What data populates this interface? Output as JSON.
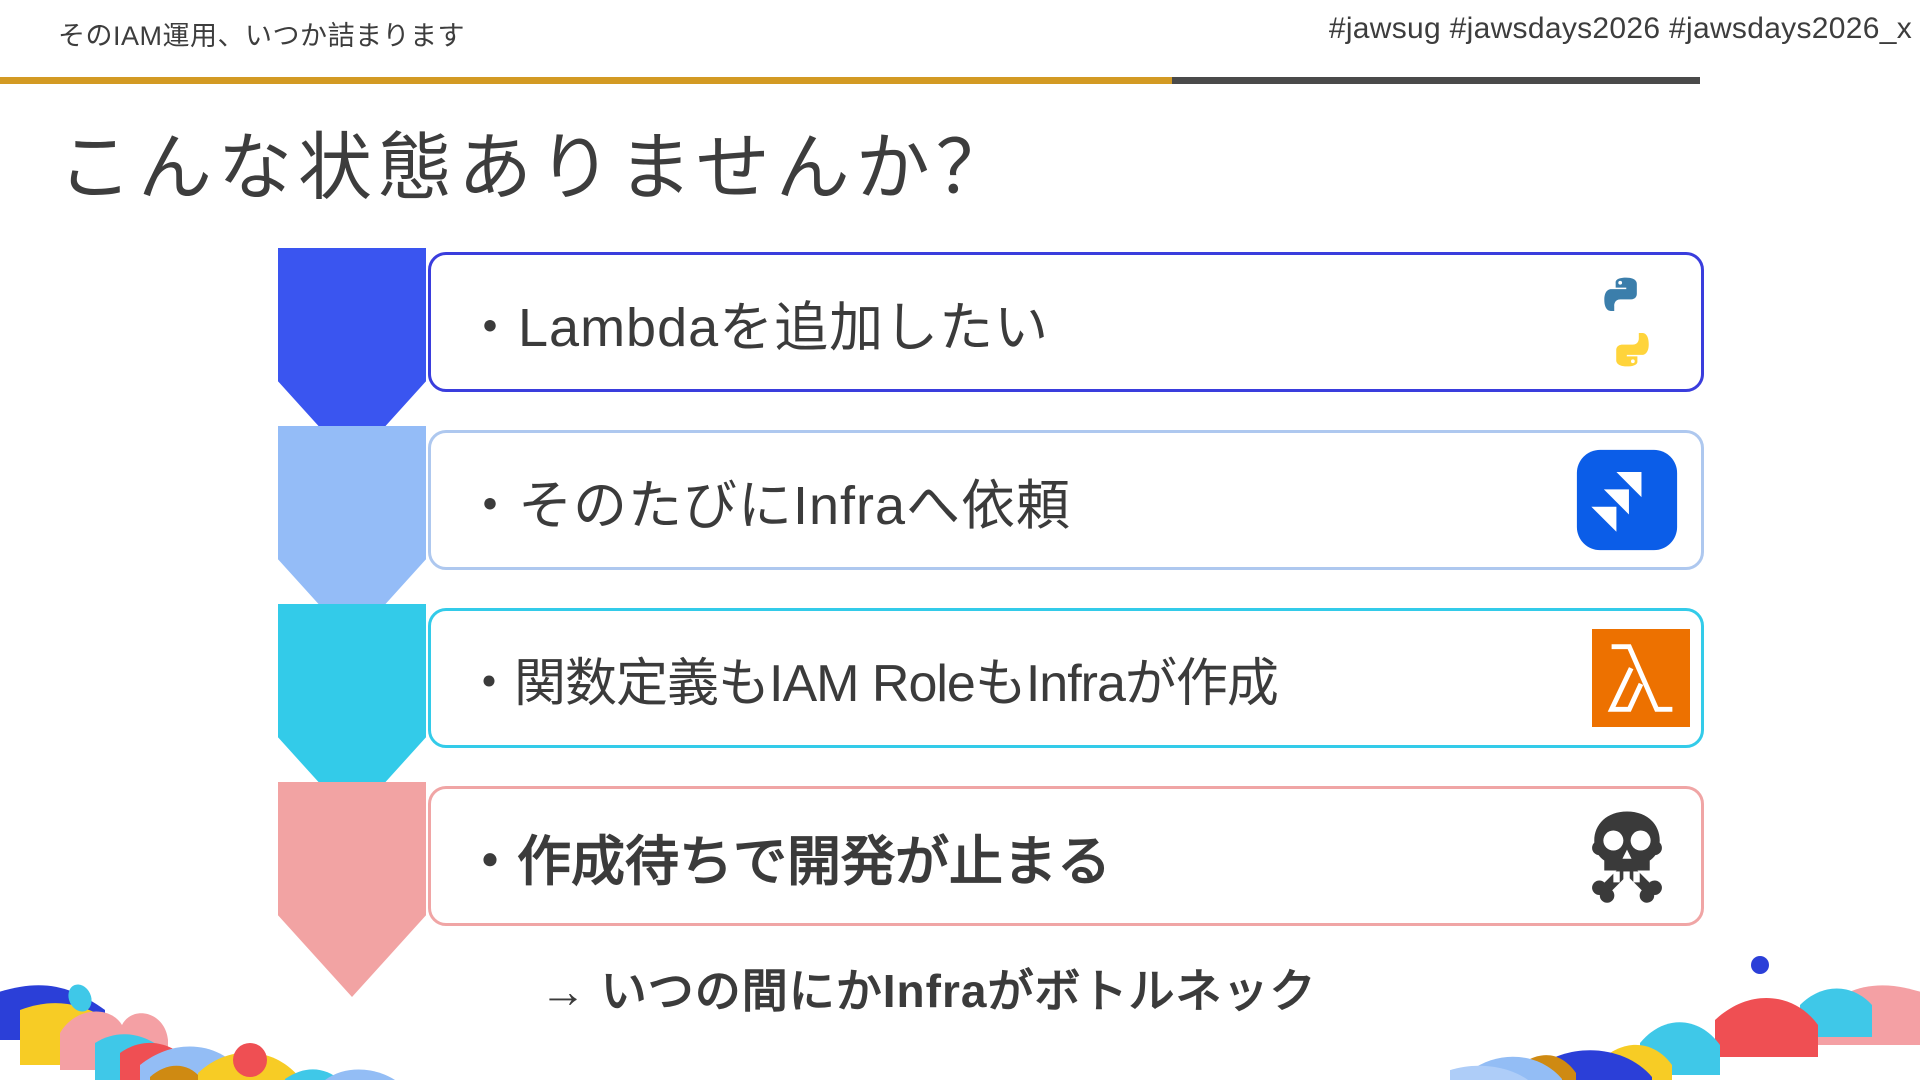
{
  "header": {
    "left_title": "そのIAM運用、いつか詰まります",
    "hashtags": "#jawsug #jawsdays2026 #jawsdays2026_x",
    "rule_gold_color": "#d39a23",
    "rule_dark_color": "#4a4a4a"
  },
  "title": "こんな状態ありませんか？",
  "steps": [
    {
      "bullet_text": "・Lambdaを追加したい",
      "icon_name": "python-logo-icon",
      "chevron_color": "#3a55f0",
      "border_color": "#3a3ddd",
      "bold": false
    },
    {
      "bullet_text": "・そのたびにInfraへ依頼",
      "icon_name": "jira-logo-icon",
      "chevron_color": "#94bcf7",
      "border_color": "#aec8ef",
      "bold": false
    },
    {
      "bullet_text": "・関数定義もIAM RoleもInfraが作成",
      "icon_name": "aws-lambda-logo-icon",
      "chevron_color": "#33cbe9",
      "border_color": "#33cbe9",
      "bold": false
    },
    {
      "bullet_text": "・作成待ちで開発が止まる",
      "icon_name": "skull-and-crossbones-icon",
      "chevron_color": "#f2a3a3",
      "border_color": "#f0a5a5",
      "bold": true
    }
  ],
  "conclusion": "→ いつの間にかInfraがボトルネック",
  "colors": {
    "text": "#3b3b3b",
    "python_blue": "#3b7eab",
    "python_yellow": "#ffd43b",
    "jira_blue": "#0b5de8",
    "lambda_orange": "#ed7100",
    "skull_dark": "#3a3a3a",
    "deco_red": "#ef4f53",
    "deco_yellow": "#f7cc25",
    "deco_cyan": "#3fc8e8",
    "deco_blue": "#2b3fd8",
    "deco_lightblue": "#93bdf5",
    "deco_pink": "#f4a0a4",
    "deco_gold": "#cf8a12"
  }
}
